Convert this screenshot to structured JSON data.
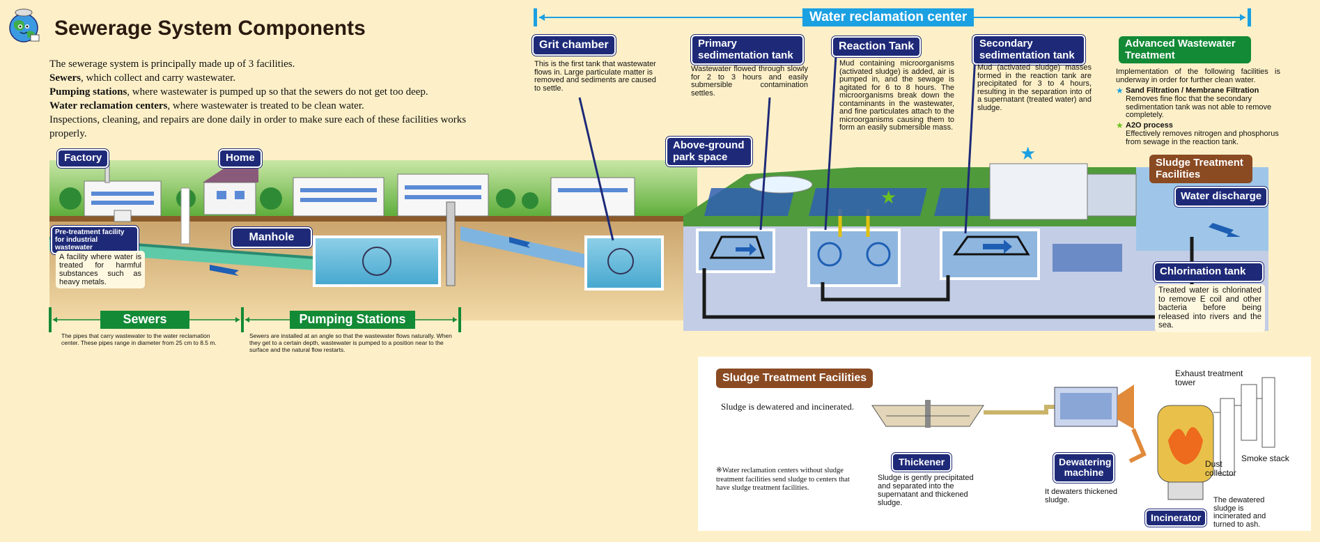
{
  "title": "Sewerage System Components",
  "intro": {
    "line1": "The sewerage system is principally made up of 3 facilities.",
    "line2_bold": "Sewers",
    "line2_rest": ", which collect and carry wastewater.",
    "line3_bold": "Pumping stations",
    "line3_rest": ", where wastewater is pumped up so that the sewers do not get too deep.",
    "line4_bold": "Water reclamation centers",
    "line4_rest": ", where wastewater is treated to be clean water.",
    "line5": "Inspections, cleaning, and repairs are done daily in order to make sure each of these facilities works properly."
  },
  "header_bar": "Water reclamation center",
  "labels": {
    "factory": "Factory",
    "home": "Home",
    "pretreatment": "Pre-treatment facility for industrial wastewater",
    "pretreatment_desc": "A facility where water is treated for harmful substances such as heavy metals.",
    "manhole": "Manhole",
    "grit": "Grit chamber",
    "grit_desc": "This is the first tank that wastewater flows in. Large particulate matter is removed and sediments are caused to settle.",
    "primary": "Primary sedimentation tank",
    "primary_desc": "Wastewater flowed through slowly for 2 to 3 hours and easily submersible contamination settles.",
    "reaction": "Reaction Tank",
    "reaction_desc": "Mud containing microorganisms (activated sludge) is added, air is pumped in, and the sewage is agitated for 6 to 8 hours. The microorganisms break down the contaminants in the wastewater, and fine particulates attach to the microorganisms causing them to form an easily submersible mass.",
    "secondary": "Secondary sedimentation tank",
    "secondary_desc": "Mud (activated sludge) masses formed in the reaction tank are precipitated for 3 to 4 hours, resulting in the separation into of a supernatant (treated water) and sludge.",
    "advanced": "Advanced Wastewater Treatment",
    "advanced_desc": "Implementation of the following facilities is underway in order for further clean water.",
    "adv_item1_title": "Sand Filtration / Membrane Filtration",
    "adv_item1_desc": "Removes fine floc that the secondary sedimentation tank was not able to remove completely.",
    "adv_item2_title": "A2O process",
    "adv_item2_desc": "Effectively removes nitrogen and phosphorus from sewage in the reaction tank.",
    "park": "Above-ground park space",
    "sludge_fac": "Sludge Treatment Facilities",
    "water_discharge": "Water discharge",
    "chlorination": "Chlorination tank",
    "chlorination_desc": "Treated water is chlorinated to remove E coil and other bacteria before being released into rivers and the sea.",
    "sewers": "Sewers",
    "sewers_desc": "The pipes that carry wastewater to the water reclamation center. These pipes range in diameter from 25 cm to 8.5 m.",
    "pumping": "Pumping Stations",
    "pumping_desc": "Sewers are installed at an angle so that the wastewater flows naturally. When they get to a certain depth, wastewater is pumped to a position near to the surface and the natural flow restarts."
  },
  "sludge_panel": {
    "title": "Sludge Treatment Facilities",
    "subtitle": "Sludge is dewatered and incinerated.",
    "note": "※Water reclamation centers without sludge treatment facilities send sludge to centers that have sludge treatment facilities.",
    "thickener": "Thickener",
    "thickener_desc": "Sludge is gently precipitated and separated into the supernatant and thickened sludge.",
    "dewatering": "Dewatering machine",
    "dewatering_desc": "It dewaters thickened sludge.",
    "exhaust": "Exhaust treatment tower",
    "dust": "Dust collector",
    "smoke": "Smoke stack",
    "incinerator": "Incinerator",
    "incinerator_desc": "The dewatered sludge is incinerated and turned to ash."
  },
  "colors": {
    "background": "#fdf0c8",
    "navy": "#1e2a78",
    "green": "#138a36",
    "brown": "#8a4a22",
    "sky": "#1ba0e2"
  }
}
